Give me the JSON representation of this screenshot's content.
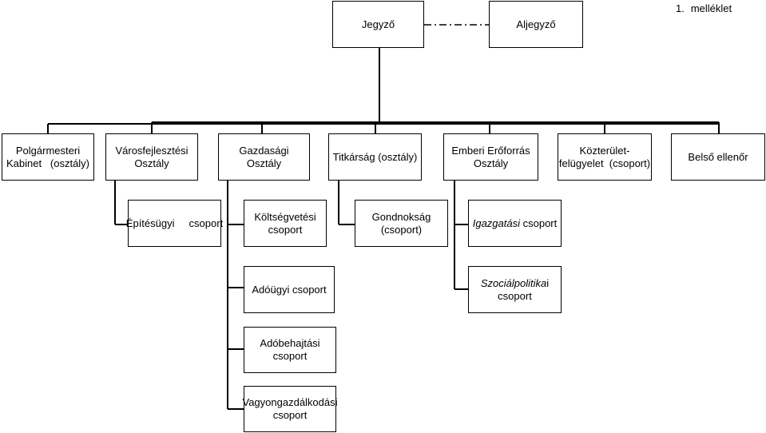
{
  "annex": {
    "number": "1.",
    "label": "melléklet"
  },
  "top": {
    "jegyzo": "Jegyző",
    "aljegyzo": "Aljegyző"
  },
  "level1": {
    "polgarmesteri": [
      "Polgármesteri",
      "Kabinet   (osztály)"
    ],
    "varosfejlesztesi": [
      "Városfejlesztési",
      "Osztály"
    ],
    "gazdasagi": [
      "Gazdasági",
      "Osztály"
    ],
    "titkarsag": [
      "Titkárság (osztály)"
    ],
    "emberi": [
      "Emberi Erőforrás",
      "Osztály"
    ],
    "kozterulet": [
      "Közterület-",
      "felügyelet  (csoport)"
    ],
    "belso": [
      "Belső ellenőr"
    ]
  },
  "level2": {
    "epitesugyi": "Építésügyi     csoport",
    "koltsegvetesi": [
      "Költségvetési",
      "csoport"
    ],
    "gondnoksag": [
      "Gondnokság",
      "(csoport)"
    ],
    "igazgatasi": {
      "italic": "Igazgatási",
      "rest": " csoport"
    },
    "adougyi": "Adóügyi csoport",
    "szocialpolitikai": {
      "italic": "Szociálpolitika",
      "rest": "i",
      "line2": "csoport"
    },
    "adobehajtasi": [
      "Adóbehajtási",
      "csoport"
    ],
    "vagyongazdalkodasi": [
      "Vagyongazdálkodási",
      "csoport"
    ]
  }
}
